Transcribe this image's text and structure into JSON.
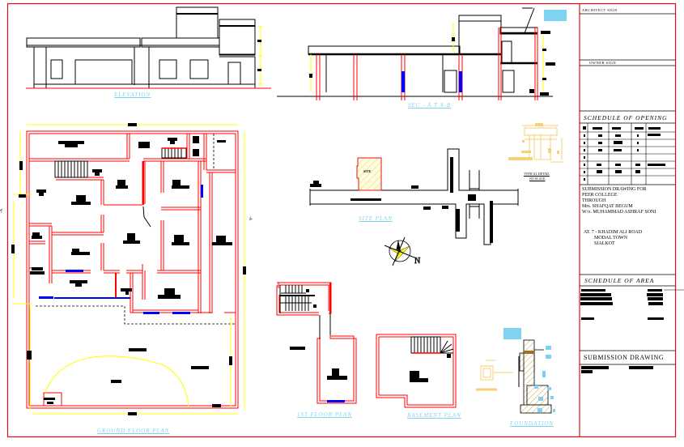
{
  "drawing": {
    "colors": {
      "border": "#e0101a",
      "wall": "#ff0000",
      "line": "#000000",
      "dimension": "#ffff00",
      "window": "#0000ff",
      "label": "#7fd3f0",
      "detail": "#f5d27a",
      "hatch_fill": "#fff7c0"
    },
    "views": {
      "elevation": "ELEVATION",
      "section": "SEC - A T A-B",
      "site_plan": "SITE  PLAN",
      "site_tag": "SITE",
      "ground_floor_plan": "GROUND  FLOOR  PLAN",
      "first_floor_plan": "1ST  FLOOR  PLAN",
      "basement_plan": "BASEMENT  PLAN",
      "foundation": "FOUNDATION",
      "typical_detail": "TYPICAL DETAIL",
      "typical_detail_sub": "NO SCALE",
      "north_mark": "N"
    }
  },
  "title_block": {
    "architect_sign": "ARCHITECT SIGN",
    "owner_sign": "OWNER SIGN",
    "schedule_of_opening": {
      "title": "SCHEDULE  OF  OPENING",
      "rows": 8,
      "columns": 5
    },
    "submission_lines": [
      "SUBMISSION DRAWING FOR",
      "PEER COLLEGE",
      "THROUGH",
      "Mrs. SHAFQAT BEGUM",
      "W/o. MUHAMMAD ASHRAF SONI"
    ],
    "address_lines": [
      "AT. 7 - KHADIM ALI ROAD",
      "MODAL TOWN",
      "SIALKOT"
    ],
    "schedule_of_area": {
      "title": "SCHEDULE  OF  AREA"
    },
    "submission_drawing": "SUBMISSION  DRAWING"
  }
}
